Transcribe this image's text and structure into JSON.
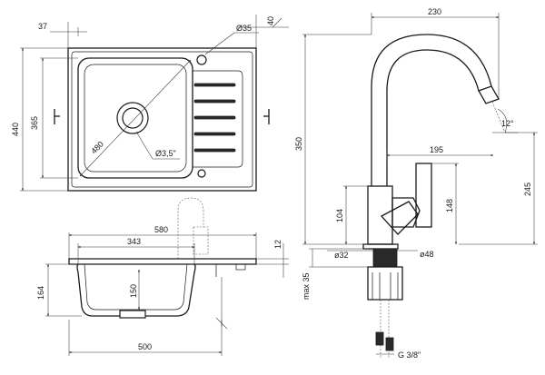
{
  "sink_top_view": {
    "width_top_offset": "37",
    "height_total": "440",
    "height_bowl": "365",
    "diagonal": "480",
    "faucet_hole": "Ø35",
    "drain_hole": "Ø3,5\"",
    "right_offset": "40"
  },
  "faucet_view": {
    "width": "230",
    "height": "350",
    "spout_reach": "195",
    "spout_height": "245",
    "handle_height": "148",
    "body_height": "104",
    "spout_angle": "12°",
    "base_diameter": "ø48",
    "pipe_diameter": "ø32",
    "max_thickness": "max 35",
    "connection": "G 3/8\""
  },
  "sink_section_view": {
    "width_total": "580",
    "bowl_width": "343",
    "rim_height": "12",
    "total_depth": "164",
    "bowl_depth": "150",
    "base_width": "500"
  }
}
